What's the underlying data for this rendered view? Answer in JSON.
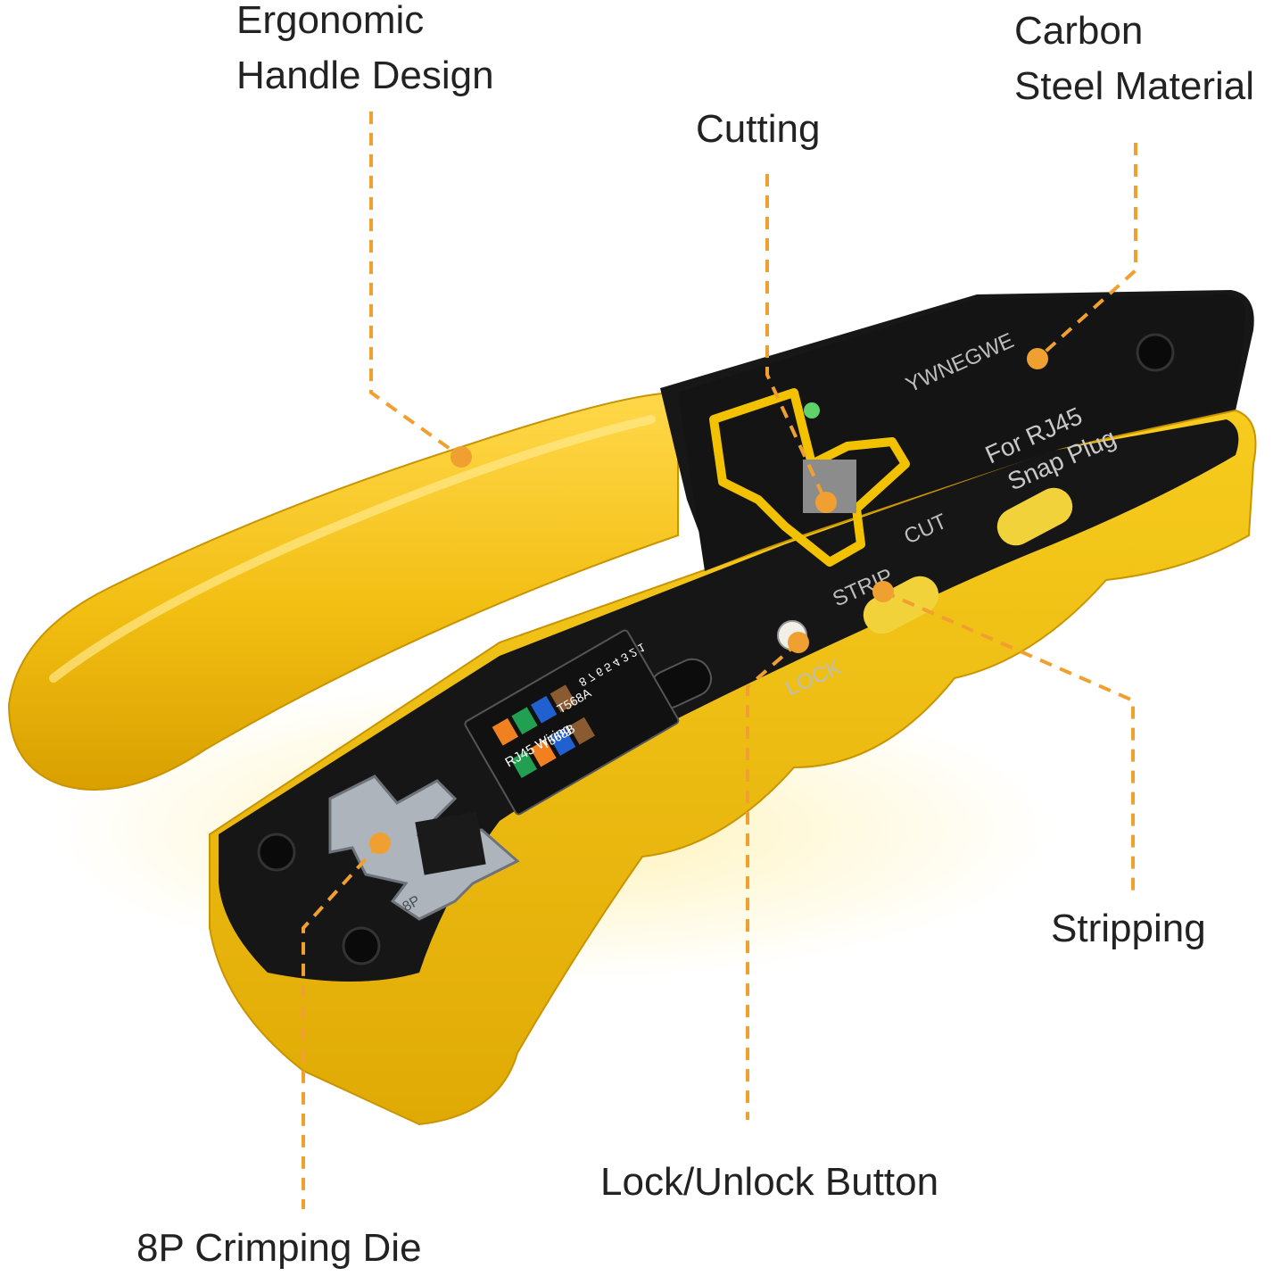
{
  "colors": {
    "accent": "#F0A030",
    "yellow": "#F2C200",
    "black": "#161616",
    "text": "#222222"
  },
  "callouts": {
    "ergonomic": "Ergonomic\nHandle Design",
    "carbon": "Carbon\nSteel Material",
    "cutting": "Cutting",
    "stripping": "Stripping",
    "lock_button": "Lock/Unlock Button",
    "crimp_die": "8P Crimping Die"
  },
  "tool": {
    "brand": "YWNEGWE",
    "plug_line1": "For RJ45",
    "plug_line2": "Snap Plug",
    "cut": "CUT",
    "strip": "STRIP",
    "lock": "LOCK",
    "wiring_numbers": "8 7 6 5 4 3 2 1",
    "t568a": "T568A",
    "t568b": "T568B",
    "rj45_wiring": "RJ45 Wiring",
    "die_size": "8P"
  }
}
